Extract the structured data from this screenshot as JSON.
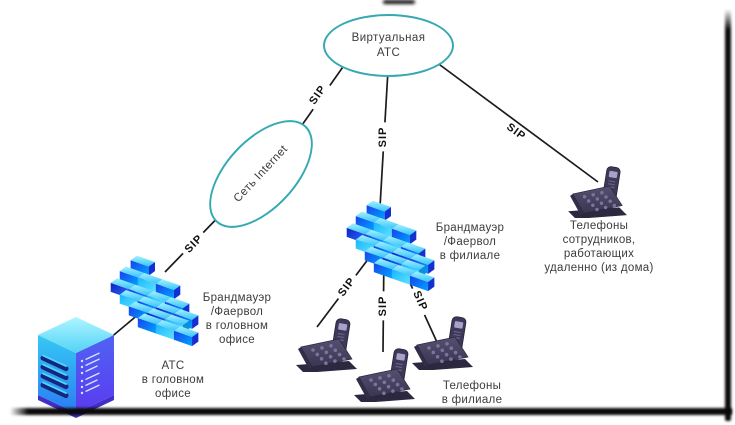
{
  "diagram": {
    "title_node": {
      "line1": "Виртуальная",
      "line2": "АТС"
    },
    "internet_node": {
      "label": "Сеть Internet"
    },
    "protocol_label": "SIP",
    "firewall_head_office": {
      "line1": "Брандмауэр",
      "line2": "/Фаервол",
      "line3": "в головном",
      "line4": "офисе"
    },
    "firewall_branch": {
      "line1": "Брандмауэр",
      "line2": "/Фаервол",
      "line3": "в филиале"
    },
    "pbx_head_office": {
      "line1": "АТС",
      "line2": "в головном",
      "line3": "офисе"
    },
    "phones_branch": {
      "line1": "Телефоны",
      "line2": "в филиале"
    },
    "phones_remote": {
      "line1": "Телефоны",
      "line2": "сотрудников,",
      "line3": "работающих",
      "line4": "удаленно (из дома)"
    },
    "colors": {
      "ellipse_stroke": "#35a9b2",
      "connector": "#1b1b1b",
      "label_text": "#3c3c3c",
      "firewall_blue": "#1742ee",
      "firewall_cyan": "#17b6ff",
      "firewall_deep_blue": "#0b23c4",
      "server_blue": "#2b7cf2",
      "server_cyan": "#36c9f4",
      "phone_body": "#3e3959"
    }
  }
}
